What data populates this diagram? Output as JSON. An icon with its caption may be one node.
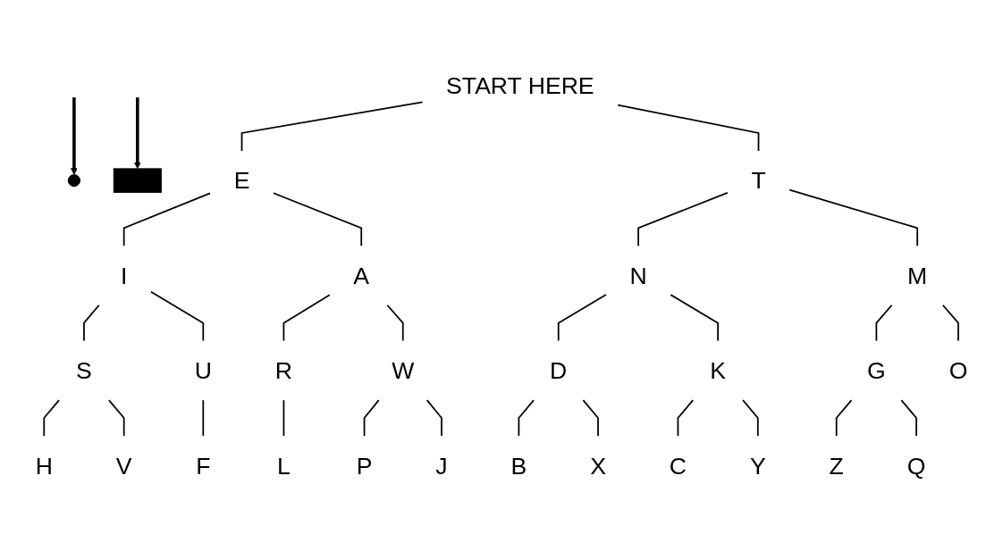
{
  "diagram": {
    "nodes": [
      {
        "text": [],
        "shape": "circle"
      },
      {
        "text": [],
        "shape": "bar"
      },
      {
        "text": [
          "START HERE"
        ]
      },
      {
        "text": [
          "E"
        ]
      },
      {
        "text": [
          "T"
        ]
      },
      {
        "text": [
          "I"
        ]
      },
      {
        "text": [
          "A"
        ]
      },
      {
        "text": [
          "N"
        ]
      },
      {
        "text": [
          "M"
        ]
      },
      {
        "text": [
          "S"
        ]
      },
      {
        "text": [
          "U"
        ]
      },
      {
        "text": [
          "R"
        ]
      },
      {
        "text": [
          "W"
        ]
      },
      {
        "text": [
          "D"
        ]
      },
      {
        "text": [
          "K"
        ]
      },
      {
        "text": [
          "G"
        ]
      },
      {
        "text": [
          "O"
        ]
      },
      {
        "text": [
          "H"
        ]
      },
      {
        "text": [
          "V"
        ]
      },
      {
        "text": [
          "F"
        ]
      },
      {
        "text": [
          "L"
        ]
      },
      {
        "text": [
          "P"
        ]
      },
      {
        "text": [
          "J"
        ]
      },
      {
        "text": [
          "B"
        ]
      },
      {
        "text": [
          "X"
        ]
      },
      {
        "text": [
          "C"
        ]
      },
      {
        "text": [
          "Y"
        ]
      },
      {
        "text": [
          "Z"
        ]
      },
      {
        "text": [
          "Q"
        ]
      }
    ],
    "edges": [
      {
        "from": null,
        "to": 0,
        "arrow": "to",
        "style": "thick"
      },
      {
        "from": null,
        "to": 1,
        "arrow": "to",
        "style": "thick"
      },
      {
        "from": 2,
        "to": 3,
        "arrow": "none"
      },
      {
        "from": 2,
        "to": 4,
        "arrow": "none"
      },
      {
        "from": 3,
        "to": 5,
        "arrow": "none"
      },
      {
        "from": 3,
        "to": 6,
        "arrow": "none"
      },
      {
        "from": 4,
        "to": 7,
        "arrow": "none"
      },
      {
        "from": 4,
        "to": 8,
        "arrow": "none"
      },
      {
        "from": 5,
        "to": 9,
        "arrow": "none"
      },
      {
        "from": 5,
        "to": 10,
        "arrow": "none"
      },
      {
        "from": 6,
        "to": 11,
        "arrow": "none"
      },
      {
        "from": 6,
        "to": 12,
        "arrow": "none"
      },
      {
        "from": 7,
        "to": 13,
        "arrow": "none"
      },
      {
        "from": 7,
        "to": 14,
        "arrow": "none"
      },
      {
        "from": 8,
        "to": 15,
        "arrow": "none"
      },
      {
        "from": 8,
        "to": 16,
        "arrow": "none"
      },
      {
        "from": 9,
        "to": 17,
        "arrow": "none"
      },
      {
        "from": 9,
        "to": 18,
        "arrow": "none"
      },
      {
        "from": 10,
        "to": 19,
        "arrow": "none"
      },
      {
        "from": 11,
        "to": 20,
        "arrow": "none"
      },
      {
        "from": 12,
        "to": 21,
        "arrow": "none"
      },
      {
        "from": 12,
        "to": 22,
        "arrow": "none"
      },
      {
        "from": 13,
        "to": 23,
        "arrow": "none"
      },
      {
        "from": 13,
        "to": 24,
        "arrow": "none"
      },
      {
        "from": 14,
        "to": 25,
        "arrow": "none"
      },
      {
        "from": 14,
        "to": 26,
        "arrow": "none"
      },
      {
        "from": 15,
        "to": 27,
        "arrow": "none"
      },
      {
        "from": 15,
        "to": 28,
        "arrow": "none"
      }
    ]
  }
}
